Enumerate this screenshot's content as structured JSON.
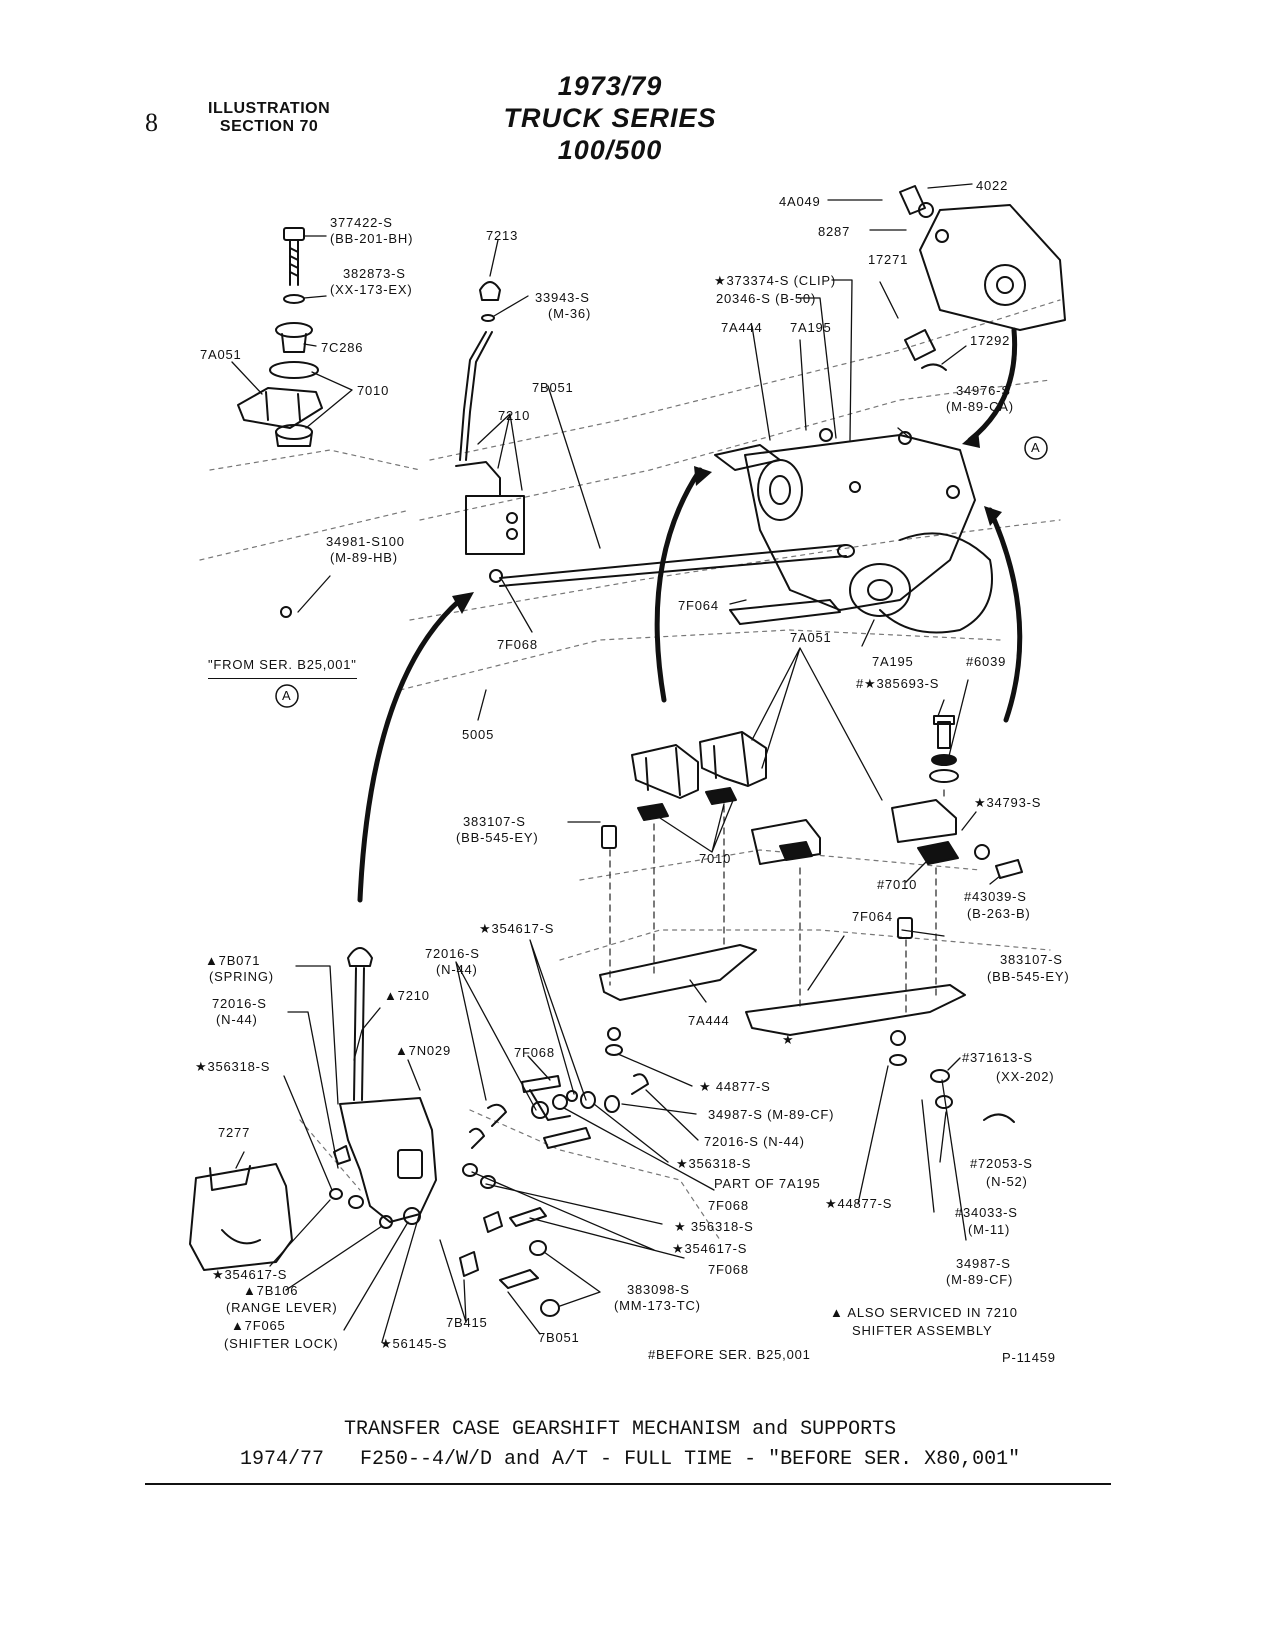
{
  "header": {
    "page_number": "8",
    "section_line1": "ILLUSTRATION",
    "section_line2": "SECTION 70",
    "title_line1": "1973/79",
    "title_line2": "TRUCK SERIES 100/500"
  },
  "labels": [
    "377422-S",
    "(BB-201-BH)",
    "7213",
    "382873-S",
    "(XX-173-EX)",
    "33943-S",
    "(M-36)",
    "7A051",
    "7C286",
    "7010",
    "7B051",
    "7210",
    "34981-S100",
    "(M-89-HB)",
    "\"FROM SER. B25,001\"",
    "7F068",
    "5005",
    "7F064",
    "4A049",
    "4022",
    "8287",
    "17271",
    "★373374-S (CLIP)",
    "20346-S (B-50)",
    "7A444",
    "7A195",
    "17292",
    "34976-S",
    "(M-89-CA)",
    "7A051",
    "7A195",
    "#6039",
    "#★385693-S",
    "383107-S",
    "(BB-545-EY)",
    "7010",
    "★",
    "★34793-S",
    "#7010",
    "#43039-S",
    "(B-263-B)",
    "7F064",
    "383107-S",
    "(BB-545-EY)",
    "7A444",
    "#371613-S",
    "(XX-202)",
    "★354617-S",
    "72016-S",
    "(N-44)",
    "▲7B071",
    "(SPRING)",
    "▲7210",
    "72016-S",
    "(N-44)",
    "▲7N029",
    "7F068",
    "★356318-S",
    "7277",
    "★ 44877-S",
    "34987-S (M-89-CF)",
    "72016-S (N-44)",
    "★356318-S",
    "PART OF 7A195",
    "★44877-S",
    "7F068",
    "#72053-S",
    "(N-52)",
    "★ 356318-S",
    "★354617-S",
    "#34033-S",
    "(M-11)",
    "7F068",
    "34987-S",
    "(M-89-CF)",
    "★354617-S",
    "▲7B106",
    "(RANGE LEVER)",
    "383098-S",
    "(MM-173-TC)",
    "▲ ALSO SERVICED IN 7210",
    "SHIFTER ASSEMBLY",
    "▲7F065",
    "(SHIFTER LOCK)",
    "★56145-S",
    "7B415",
    "7B051",
    "#BEFORE SER. B25,001",
    "P-11459"
  ],
  "callout_letter": "A",
  "caption": {
    "line1": "TRANSFER CASE GEARSHIFT MECHANISM and SUPPORTS",
    "line2": "1974/77   F250--4/W/D and A/T - FULL TIME - \"BEFORE SER. X80,001\""
  }
}
